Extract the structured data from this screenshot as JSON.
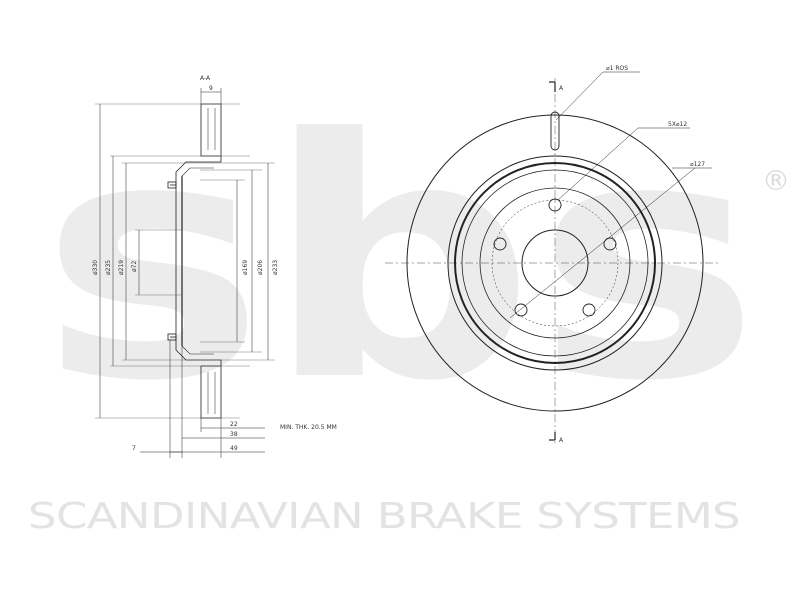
{
  "section_label": "A-A",
  "section_cut_label": "A",
  "dimensions": {
    "d330": "ø330",
    "d235": "ø235",
    "d219": "ø219",
    "d72": "ø72",
    "d169": "ø169",
    "d206": "ø206",
    "d233": "ø233",
    "w9": "9",
    "w22": "22",
    "w38": "38",
    "w49": "49",
    "w7": "7"
  },
  "min_thickness": "MIN. THK. 20.5 MM",
  "front_labels": {
    "bolt_holes": "5X⌀12",
    "pcd": "⌀127",
    "slot": "⌀1 ROS"
  },
  "brand": {
    "watermark": "sbs",
    "registered": "®",
    "tagline": "SCANDINAVIAN BRAKE SYSTEMS",
    "watermark_color": "#ececec",
    "tagline_color": "#e3e3e3"
  },
  "line_color": "#222222"
}
